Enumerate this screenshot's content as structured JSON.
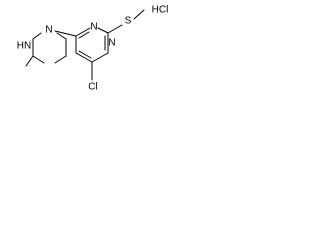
{
  "molecule": {
    "atoms": {
      "hn": "HN",
      "n_pip": "N",
      "n_pyr_top": "N",
      "n_pyr_right": "N",
      "s": "S",
      "cl": "Cl",
      "hcl": "HCl"
    }
  },
  "colors": {
    "ink": "#000000",
    "background": "#ffffff"
  }
}
